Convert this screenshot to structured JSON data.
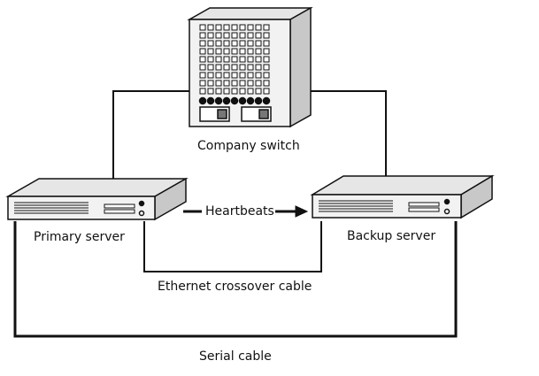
{
  "labels": {
    "switch": "Company switch",
    "primary": "Primary server",
    "backup": "Backup server",
    "heartbeats": "Heartbeats",
    "crossover": "Ethernet crossover cable",
    "serial": "Serial cable"
  },
  "colors": {
    "stroke": "#111111",
    "face": "#f2f2f2",
    "top": "#e6e6e6",
    "side": "#c8c8c8",
    "port_fill": "#ffffff",
    "led": "#111111"
  }
}
